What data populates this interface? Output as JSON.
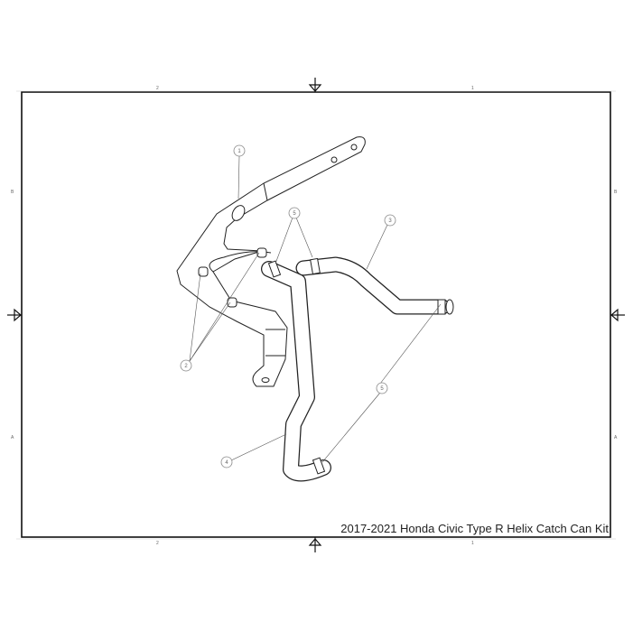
{
  "title": "2017-2021 Honda Civic Type R Helix Catch Can Kit",
  "zones": {
    "top_left": "2",
    "top_right": "1",
    "bottom_left": "2",
    "bottom_right": "1",
    "left_top": "B",
    "left_bottom": "A",
    "right_top": "B",
    "right_bottom": "A"
  },
  "balloons": [
    {
      "label": "1",
      "part": "bracket"
    },
    {
      "label": "5",
      "part": "hose-clamp-upper"
    },
    {
      "label": "3",
      "part": "hose-right"
    },
    {
      "label": "2",
      "part": "bolts"
    },
    {
      "label": "5",
      "part": "hose-clamp-lower"
    },
    {
      "label": "4",
      "part": "hose-lower"
    }
  ]
}
